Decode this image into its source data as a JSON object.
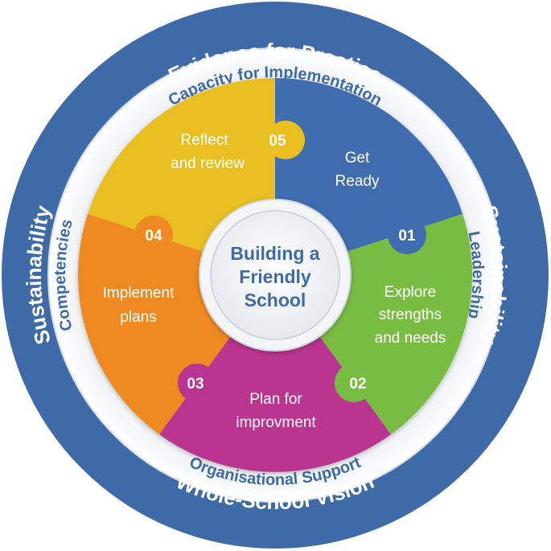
{
  "outer_ring": {
    "top": "Evidence for Practice",
    "bottom": "Whole-School Vision",
    "left": "Sustainability",
    "right": "Sustainability"
  },
  "inner_ring": {
    "top": "Capacity for Implementation",
    "bottom": "Organisational Support",
    "left": "Competencies",
    "right": "Leadership"
  },
  "center": {
    "line1": "Building a",
    "line2": "Friendly",
    "line3": "School"
  },
  "steps": [
    {
      "number": "01",
      "line1": "Get",
      "line2": "Ready",
      "color": "#3f6db0"
    },
    {
      "number": "02",
      "line1": "Explore",
      "line2": "strengths",
      "line3": "and needs",
      "color": "#79bc43"
    },
    {
      "number": "03",
      "line1": "Plan for",
      "line2": "improvment",
      "color": "#b9368f"
    },
    {
      "number": "04",
      "line1": "Implement",
      "line2": "plans",
      "color": "#ef8a23"
    },
    {
      "number": "05",
      "line1": "Reflect",
      "line2": "and review",
      "color": "#e9bf24"
    }
  ],
  "colors": {
    "outer_ring": "#3f6aa8",
    "inner_ring": "#eef1f5",
    "text_blue": "#3d6aa8"
  }
}
